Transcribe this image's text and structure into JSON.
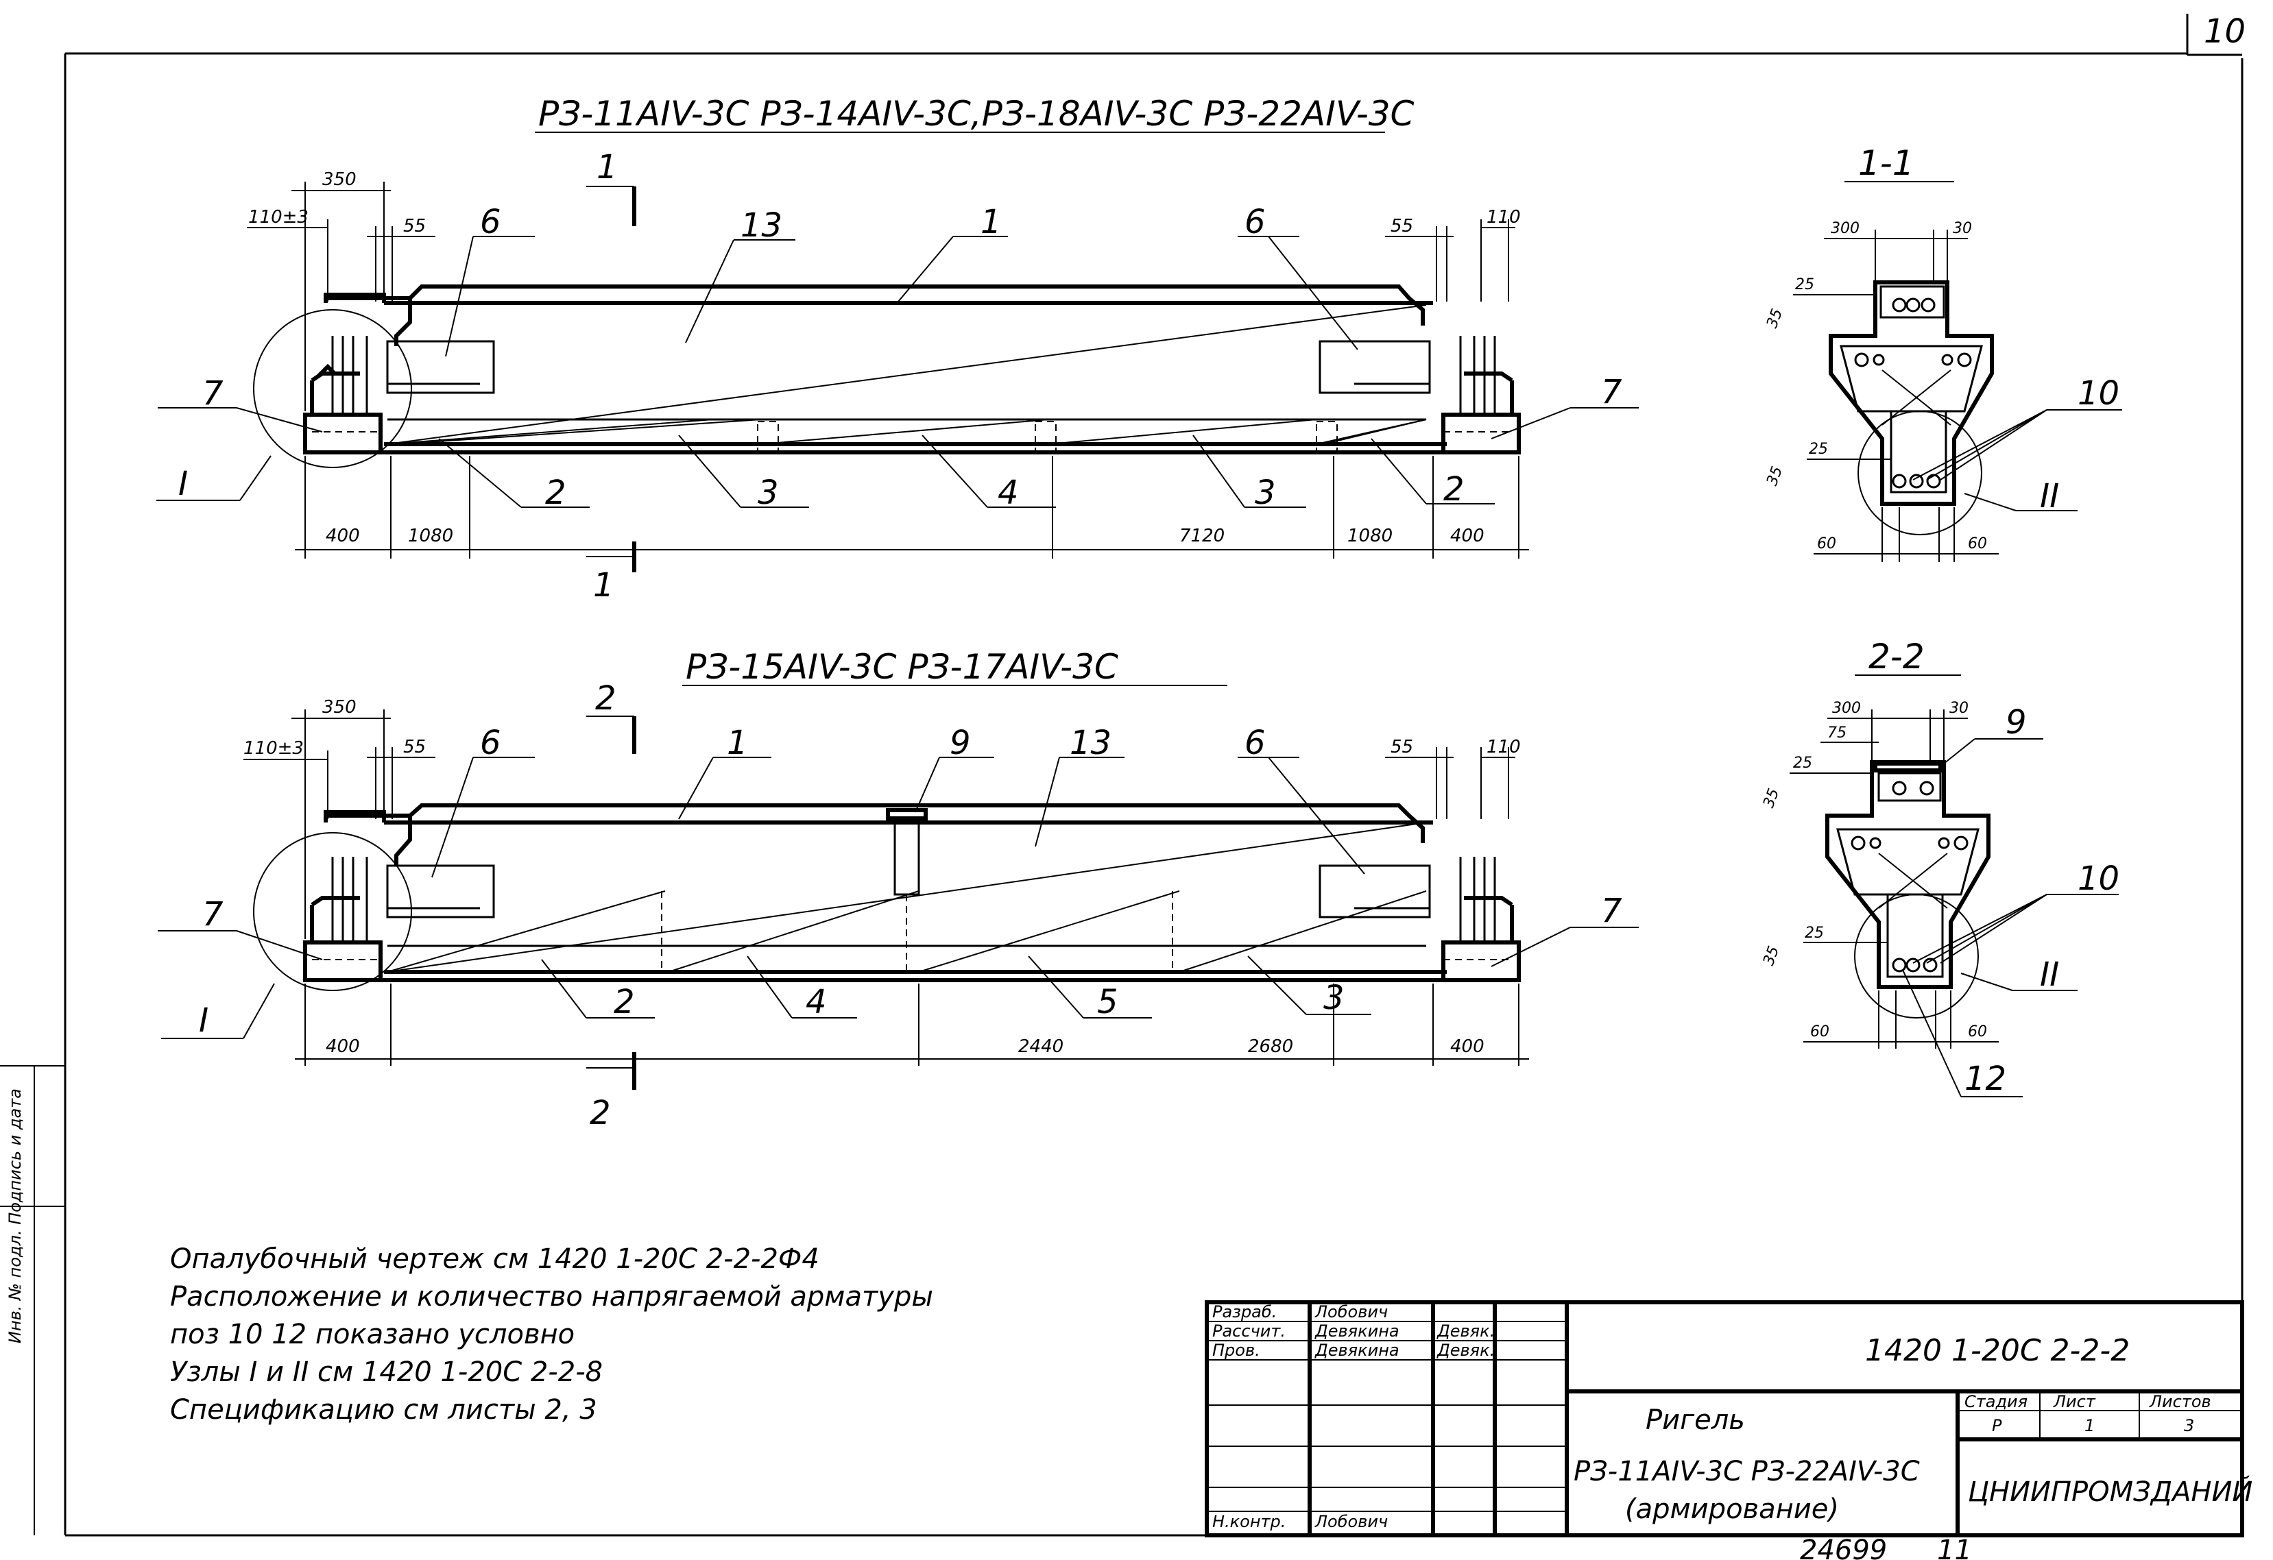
{
  "sheet_number": "10",
  "views": {
    "top_title": "РЗ-11АIV-3С  РЗ-14АIV-3С,РЗ-18АIV-3С  РЗ-22АIV-3С",
    "bottom_title": "РЗ-15АIV-3С    РЗ-17АIV-3С",
    "section_1": "1-1",
    "section_2": "2-2",
    "cut_1": "1",
    "cut_2": "2"
  },
  "top_beam": {
    "dims_top": [
      "350",
      "110±3",
      "55",
      "55",
      "110"
    ],
    "dims_bottom": [
      "400",
      "1080",
      "7120",
      "1080",
      "400"
    ],
    "labels": {
      "p1": "1",
      "p2": "2",
      "p3": "3",
      "p4": "4",
      "p6": "6",
      "p7": "7",
      "p13": "13",
      "node": "I"
    }
  },
  "bottom_beam": {
    "dims_top": [
      "350",
      "110±3",
      "55",
      "55",
      "110"
    ],
    "dims_bottom": [
      "400",
      "2440",
      "2680",
      "400"
    ],
    "labels": {
      "p1": "1",
      "p2": "2",
      "p3": "3",
      "p4": "4",
      "p5": "5",
      "p6": "6",
      "p7": "7",
      "p9": "9",
      "p13": "13",
      "node": "I"
    }
  },
  "section1": {
    "dims": [
      "300",
      "30",
      "25",
      "35",
      "25",
      "35",
      "60",
      "60"
    ],
    "labels": {
      "p10": "10",
      "node": "II"
    }
  },
  "section2": {
    "dims": [
      "300",
      "75",
      "30",
      "25",
      "35",
      "25",
      "35",
      "60",
      "60"
    ],
    "labels": {
      "p9": "9",
      "p10": "10",
      "p12": "12",
      "node": "II"
    }
  },
  "notes": [
    "Опалубочный    чертеж    см 1420 1-20С 2-2-2Ф4",
    "Расположение   и  количество  напрягаемой  арматуры",
    "поз 10  12 показано  условно",
    "Узлы  I  и II  см  1420 1-20С 2-2-8",
    "Спецификацию  см  листы  2, 3"
  ],
  "side_stamp": "Инв. № подл.   Подпись и дата",
  "title_block": {
    "rows": [
      {
        "role": "Разраб.",
        "name": "Лобович",
        "sign": ""
      },
      {
        "role": "Рассчит.",
        "name": "Девякина",
        "sign": "Девяк."
      },
      {
        "role": "Пров.",
        "name": "Девякина",
        "sign": "Девяк."
      },
      {
        "role": "",
        "name": "",
        "sign": ""
      },
      {
        "role": "",
        "name": "",
        "sign": ""
      },
      {
        "role": "Н.контр.",
        "name": "Лобович",
        "sign": ""
      }
    ],
    "doc_code": "1420 1-20С 2-2-2",
    "product": "Ригель",
    "marks": "РЗ-11АIV-3С  РЗ-22АIV-3С",
    "subtitle": "(армирование)",
    "stage_hdr": "Стадия",
    "sheet_hdr": "Лист",
    "sheets_hdr": "Листов",
    "stage": "Р",
    "sheet": "1",
    "sheets": "3",
    "org": "ЦНИИПРОМЗДАНИЙ"
  },
  "footer": {
    "archive": "24699",
    "page": "11"
  }
}
